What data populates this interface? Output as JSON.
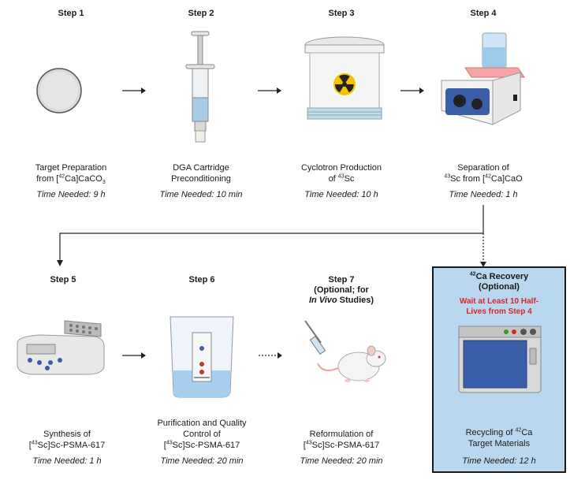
{
  "steps": [
    {
      "title": "Step 1",
      "desc_pre": "Target Preparation",
      "desc_line2_pre": "from [",
      "desc_sup": "42",
      "desc_line2_post": "Ca]CaCO",
      "desc_sub": "3",
      "time": "Time Needed: 9 h",
      "icon": "target-disc"
    },
    {
      "title": "Step 2",
      "desc_line1": "DGA Cartridge",
      "desc_line2": "Preconditioning",
      "time": "Time Needed: 10 min",
      "icon": "syringe-cartridge"
    },
    {
      "title": "Step 3",
      "desc_line1": "Cyclotron Production",
      "desc_line2_pre": "of ",
      "desc_sup": "43",
      "desc_line2_post": "Sc",
      "time": "Time Needed: 10 h",
      "icon": "radiation-cyclotron"
    },
    {
      "title": "Step 4",
      "desc_line1": "Separation of",
      "desc_sup1": "43",
      "desc_mid": "Sc from [",
      "desc_sup2": "42",
      "desc_post": "Ca]CaO",
      "time": "Time Needed: 1 h",
      "icon": "hotplate-stirrer"
    },
    {
      "title": "Step 5",
      "desc_line1": "Synthesis of",
      "desc_line2_pre": "[",
      "desc_sup": "43",
      "desc_line2_post": "Sc]Sc-PSMA-617",
      "time": "Time Needed: 1 h",
      "icon": "heat-block"
    },
    {
      "title": "Step 6",
      "desc_line1": "Purification and Quality",
      "desc_line2": "Control of",
      "desc_line3_pre": "[",
      "desc_sup": "43",
      "desc_line3_post": "Sc]Sc-PSMA-617",
      "time": "Time Needed: 20 min",
      "icon": "tlc-beaker"
    },
    {
      "title_line1": "Step 7",
      "title_line2": "(Optional; for",
      "title_line3_italic": "In Vivo",
      "title_line3_post": " Studies)",
      "desc_line1": "Reformulation of",
      "desc_line2_pre": "[",
      "desc_sup": "43",
      "desc_line2_post": "Sc]Sc-PSMA-617",
      "time": "Time Needed: 20 min",
      "icon": "mouse-injection"
    }
  ],
  "recovery": {
    "title_sup": "42",
    "title_post": "Ca Recovery",
    "subtitle": "(Optional)",
    "warning_line1": "Wait at Least 10 Half-",
    "warning_line2": "Lives from Step 4",
    "desc_line1_pre": "Recycling of ",
    "desc_sup": "42",
    "desc_line1_post": "Ca",
    "desc_line2": "Target Materials",
    "time": "Time Needed: 12 h",
    "icon": "oven",
    "box_color": "#b9d8ef",
    "warning_color": "#d62728"
  }
}
